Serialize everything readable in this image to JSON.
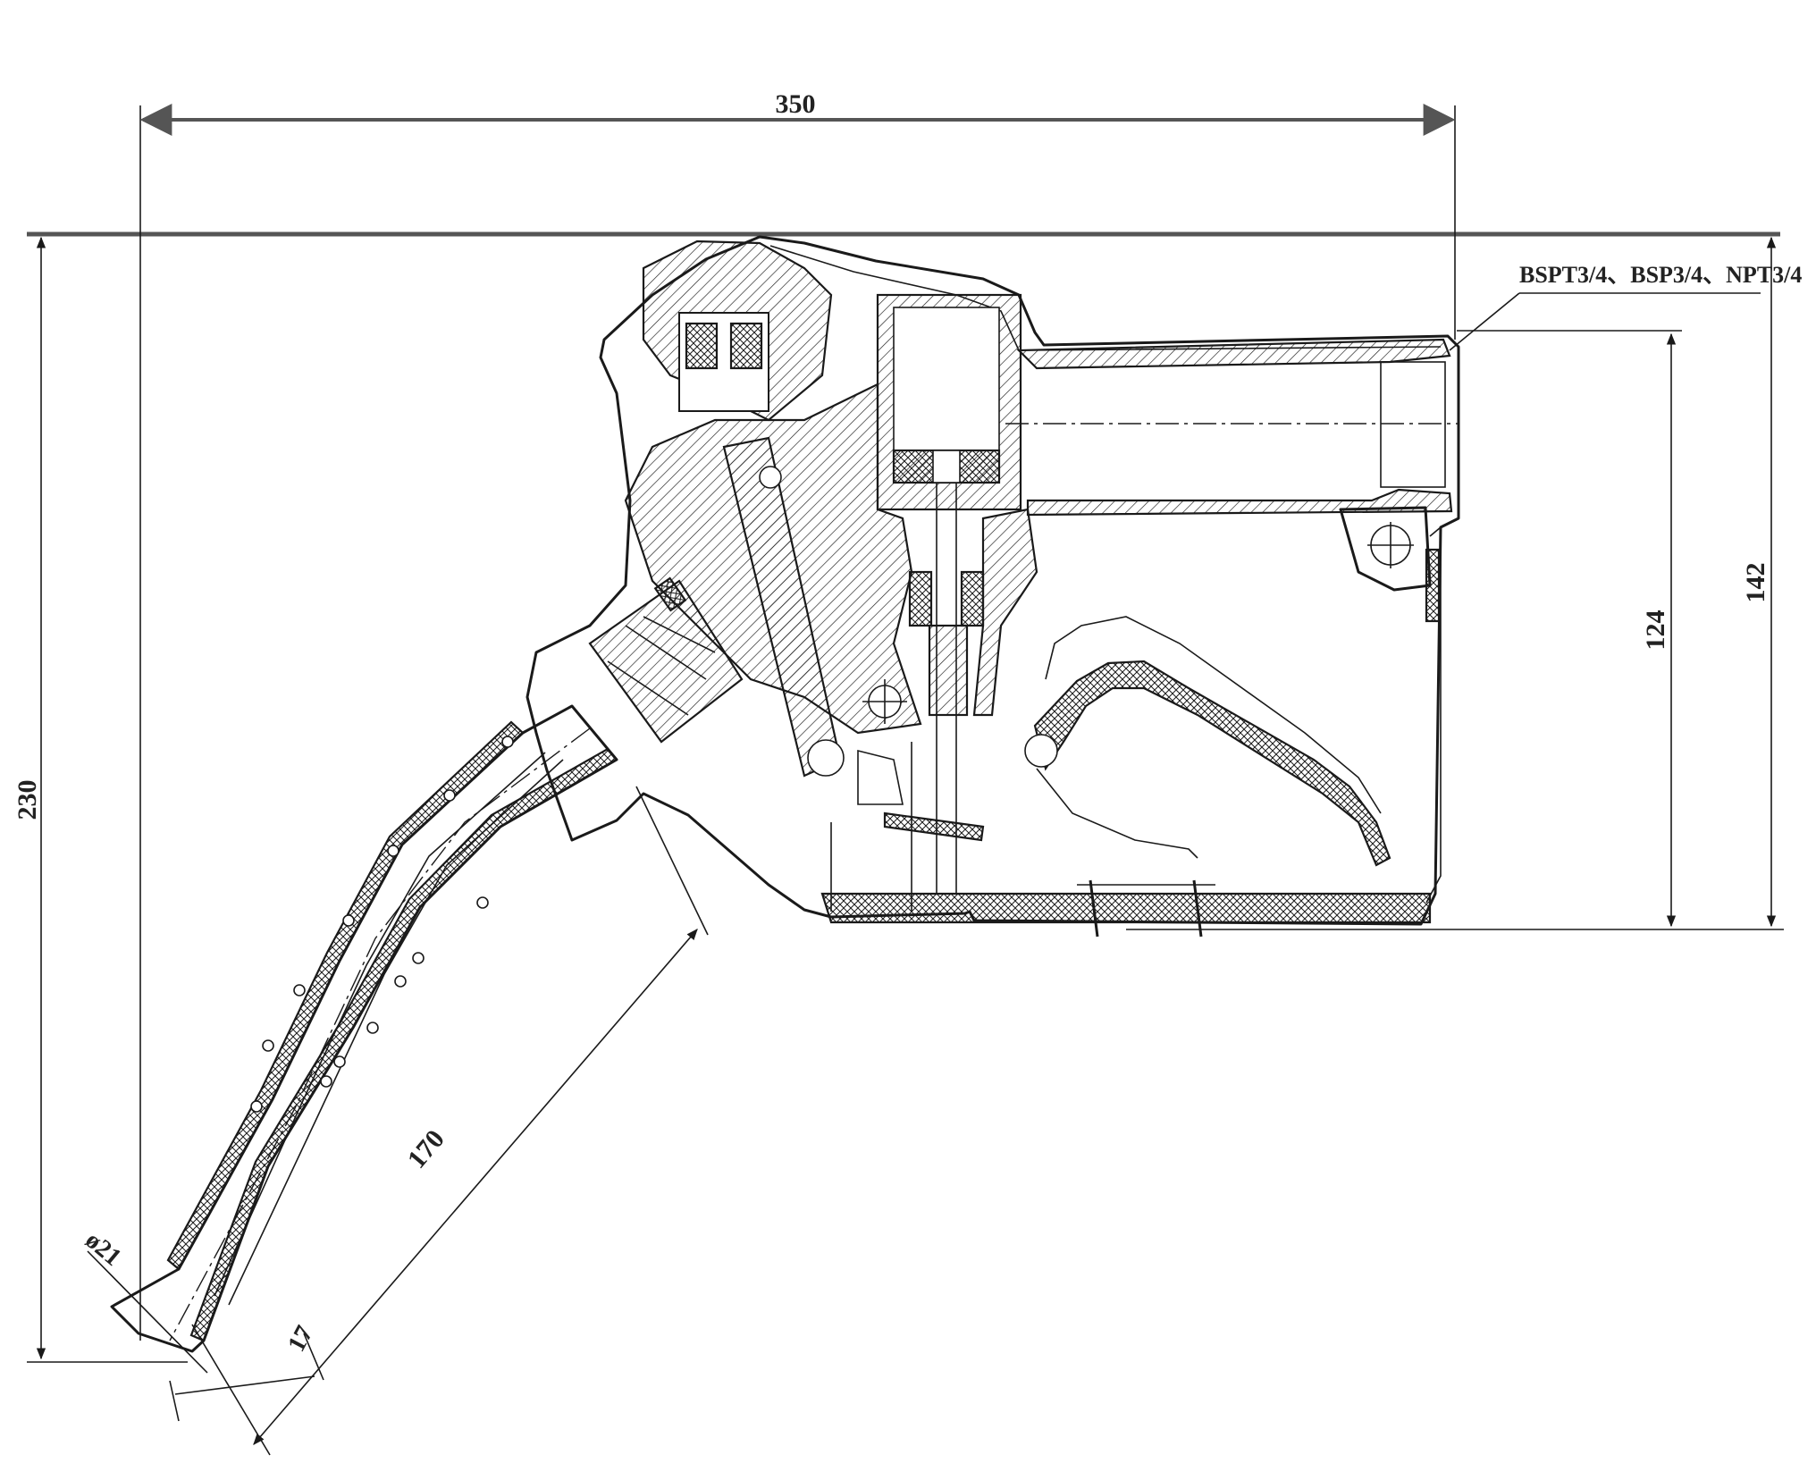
{
  "drawing": {
    "dimensions": {
      "overall_length": "350",
      "overall_height": "230",
      "inlet_height_inner": "124",
      "inlet_height_outer": "142",
      "spout_length": "170",
      "spout_diameter": "ø21",
      "spout_tip_width": "17"
    },
    "thread_callout": "BSPT3/4、BSP3/4、NPT3/4"
  },
  "colors": {
    "line": "#1a1a1a",
    "reference_line": "#555555",
    "background": "#ffffff"
  }
}
